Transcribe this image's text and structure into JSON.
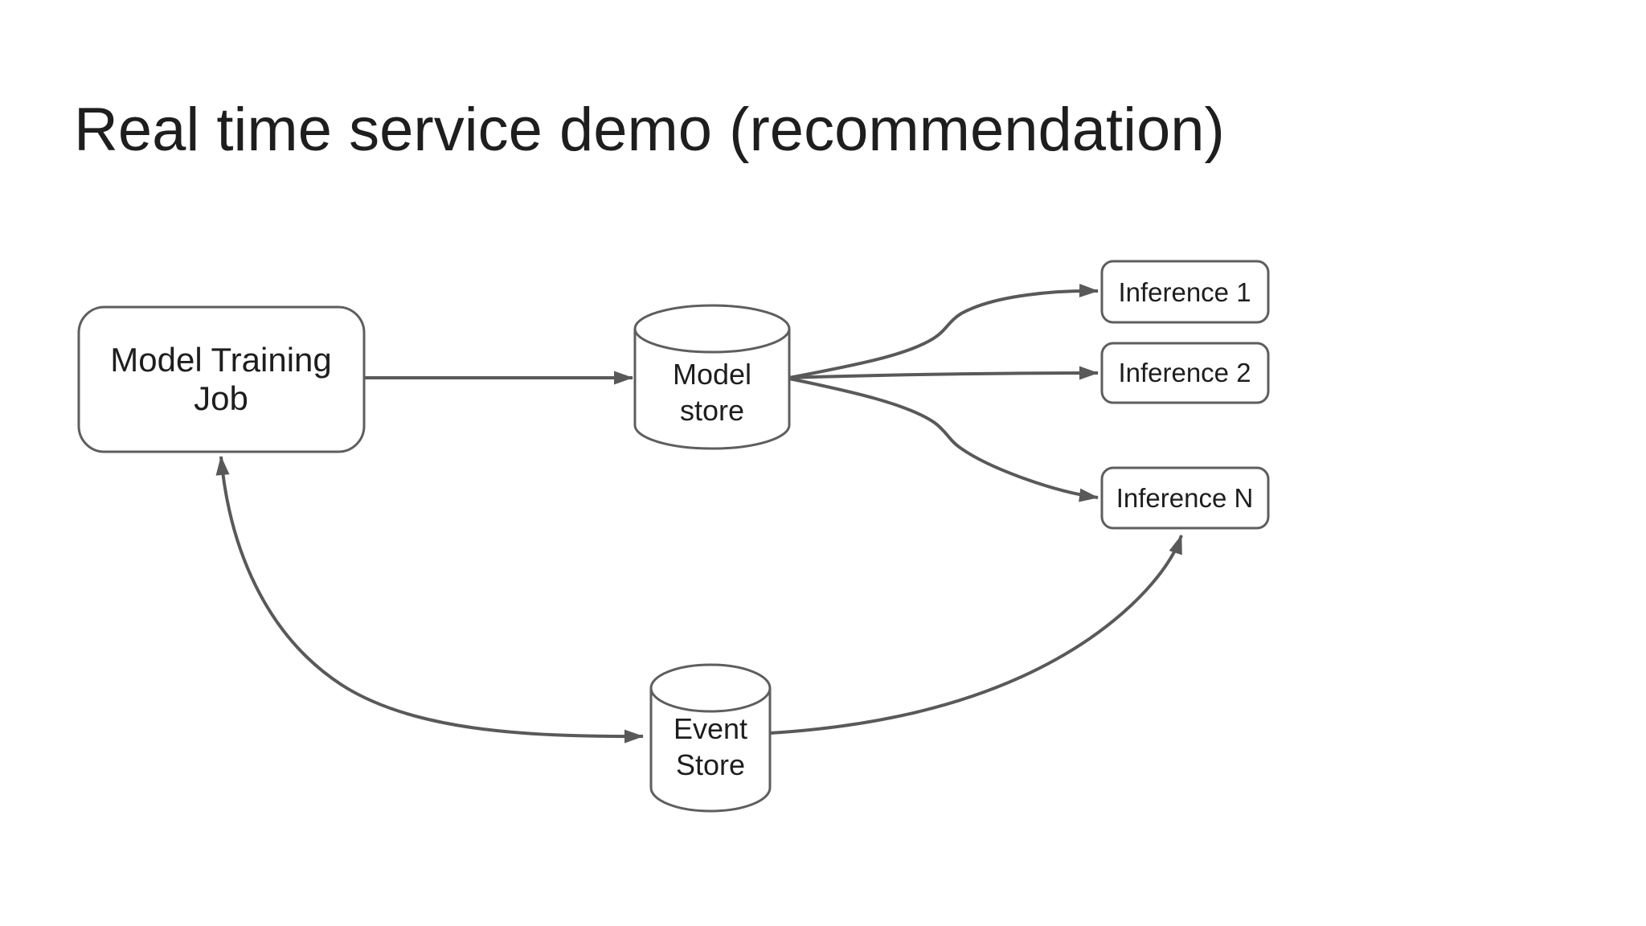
{
  "title": "Real time service demo (recommendation)",
  "colors": {
    "background": "#ffffff",
    "line": "#595959",
    "node_border": "#5e5e5e",
    "node_fill": "#ffffff",
    "text": "#1e1e1e"
  },
  "nodes": {
    "model_training_job": {
      "label": "Model Training\nJob",
      "shape": "rounded-rectangle"
    },
    "model_store": {
      "label": "Model\nstore",
      "shape": "cylinder"
    },
    "event_store": {
      "label": "Event\nStore",
      "shape": "cylinder"
    },
    "inference_1": {
      "label": "Inference 1",
      "shape": "rounded-rectangle"
    },
    "inference_2": {
      "label": "Inference 2",
      "shape": "rounded-rectangle"
    },
    "inference_n": {
      "label": "Inference N",
      "shape": "rounded-rectangle"
    }
  },
  "edges": [
    {
      "from": "model_training_job",
      "to": "model_store",
      "arrows": "end"
    },
    {
      "from": "model_store",
      "to": "inference_1",
      "arrows": "end"
    },
    {
      "from": "model_store",
      "to": "inference_2",
      "arrows": "end"
    },
    {
      "from": "model_store",
      "to": "inference_n",
      "arrows": "end"
    },
    {
      "from": "model_training_job",
      "to": "event_store",
      "arrows": "both"
    },
    {
      "from": "event_store",
      "to": "inference_n",
      "arrows": "end"
    }
  ]
}
